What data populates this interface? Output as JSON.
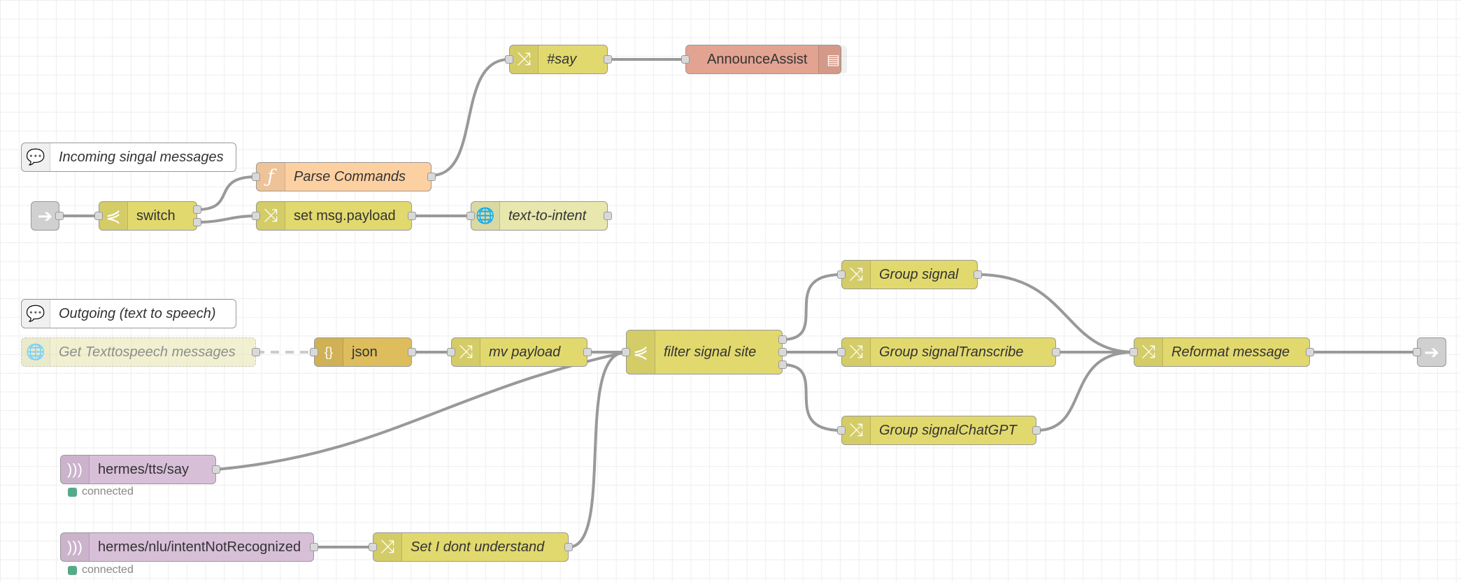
{
  "nodes": {
    "say": {
      "label": "#say"
    },
    "announce": {
      "label": "AnnounceAssist"
    },
    "comment_in": {
      "label": "Incoming singal messages"
    },
    "parse": {
      "label": "Parse Commands"
    },
    "switch": {
      "label": "switch"
    },
    "setpayload": {
      "label": "set msg.payload"
    },
    "tti": {
      "label": "text-to-intent"
    },
    "comment_out": {
      "label": "Outgoing (text to speech)"
    },
    "gettts": {
      "label": "Get Texttospeech messages"
    },
    "json": {
      "label": "json"
    },
    "mvpayload": {
      "label": "mv payload"
    },
    "filter": {
      "label": "filter signal site"
    },
    "group": {
      "label": "Group signal"
    },
    "grouptr": {
      "label": "Group signalTranscribe"
    },
    "groupgpt": {
      "label": "Group signalChatGPT"
    },
    "reformat": {
      "label": "Reformat message"
    },
    "ttssay": {
      "label": "hermes/tts/say",
      "status": "connected"
    },
    "nlu": {
      "label": "hermes/nlu/intentNotRecognized",
      "status": "connected"
    },
    "dont": {
      "label": "Set I dont understand"
    }
  },
  "icons": {
    "change": "shuffle-icon",
    "switch": "switch-icon",
    "function": "function-icon",
    "http": "globe-icon",
    "mqtt": "mqtt-icon",
    "json": "json-icon",
    "ha": "home-assistant-icon",
    "link": "link-arrow-icon",
    "comment": "comment-icon"
  },
  "colors": {
    "change": "#e2d96e",
    "function": "#fdd0a2",
    "http": "#e7e7ae",
    "mqtt": "#d8bfd8",
    "json": "#debd5c",
    "ha": "#e2a391",
    "link": "#dddddd",
    "wire": "#999999",
    "status_connected": "#55aa88"
  }
}
